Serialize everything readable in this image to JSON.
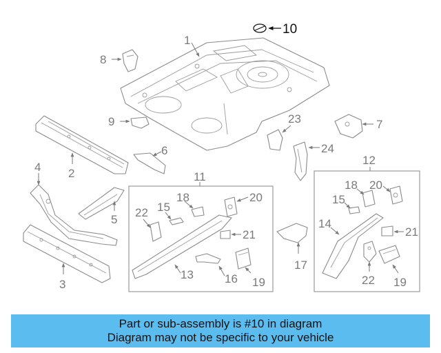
{
  "callouts": {
    "c1": "1",
    "c2": "2",
    "c3": "3",
    "c4": "4",
    "c5": "5",
    "c6": "6",
    "c7": "7",
    "c8": "8",
    "c9": "9",
    "c10": "10",
    "c11": "11",
    "c12": "12",
    "c13": "13",
    "c14": "14",
    "c15a": "15",
    "c15b": "15",
    "c16": "16",
    "c17": "17",
    "c18a": "18",
    "c18b": "18",
    "c19a": "19",
    "c19b": "19",
    "c20a": "20",
    "c20b": "20",
    "c21a": "21",
    "c21b": "21",
    "c22a": "22",
    "c22b": "22",
    "c23": "23",
    "c24": "24"
  },
  "footer": {
    "line1": "Part or sub-assembly is #10 in diagram",
    "line2": "Diagram may not be specific to your vehicle"
  },
  "colors": {
    "footer_bg": "#5bbcf0",
    "line_art": "#8a8a8a",
    "callout_text": "#7a7a7a"
  }
}
